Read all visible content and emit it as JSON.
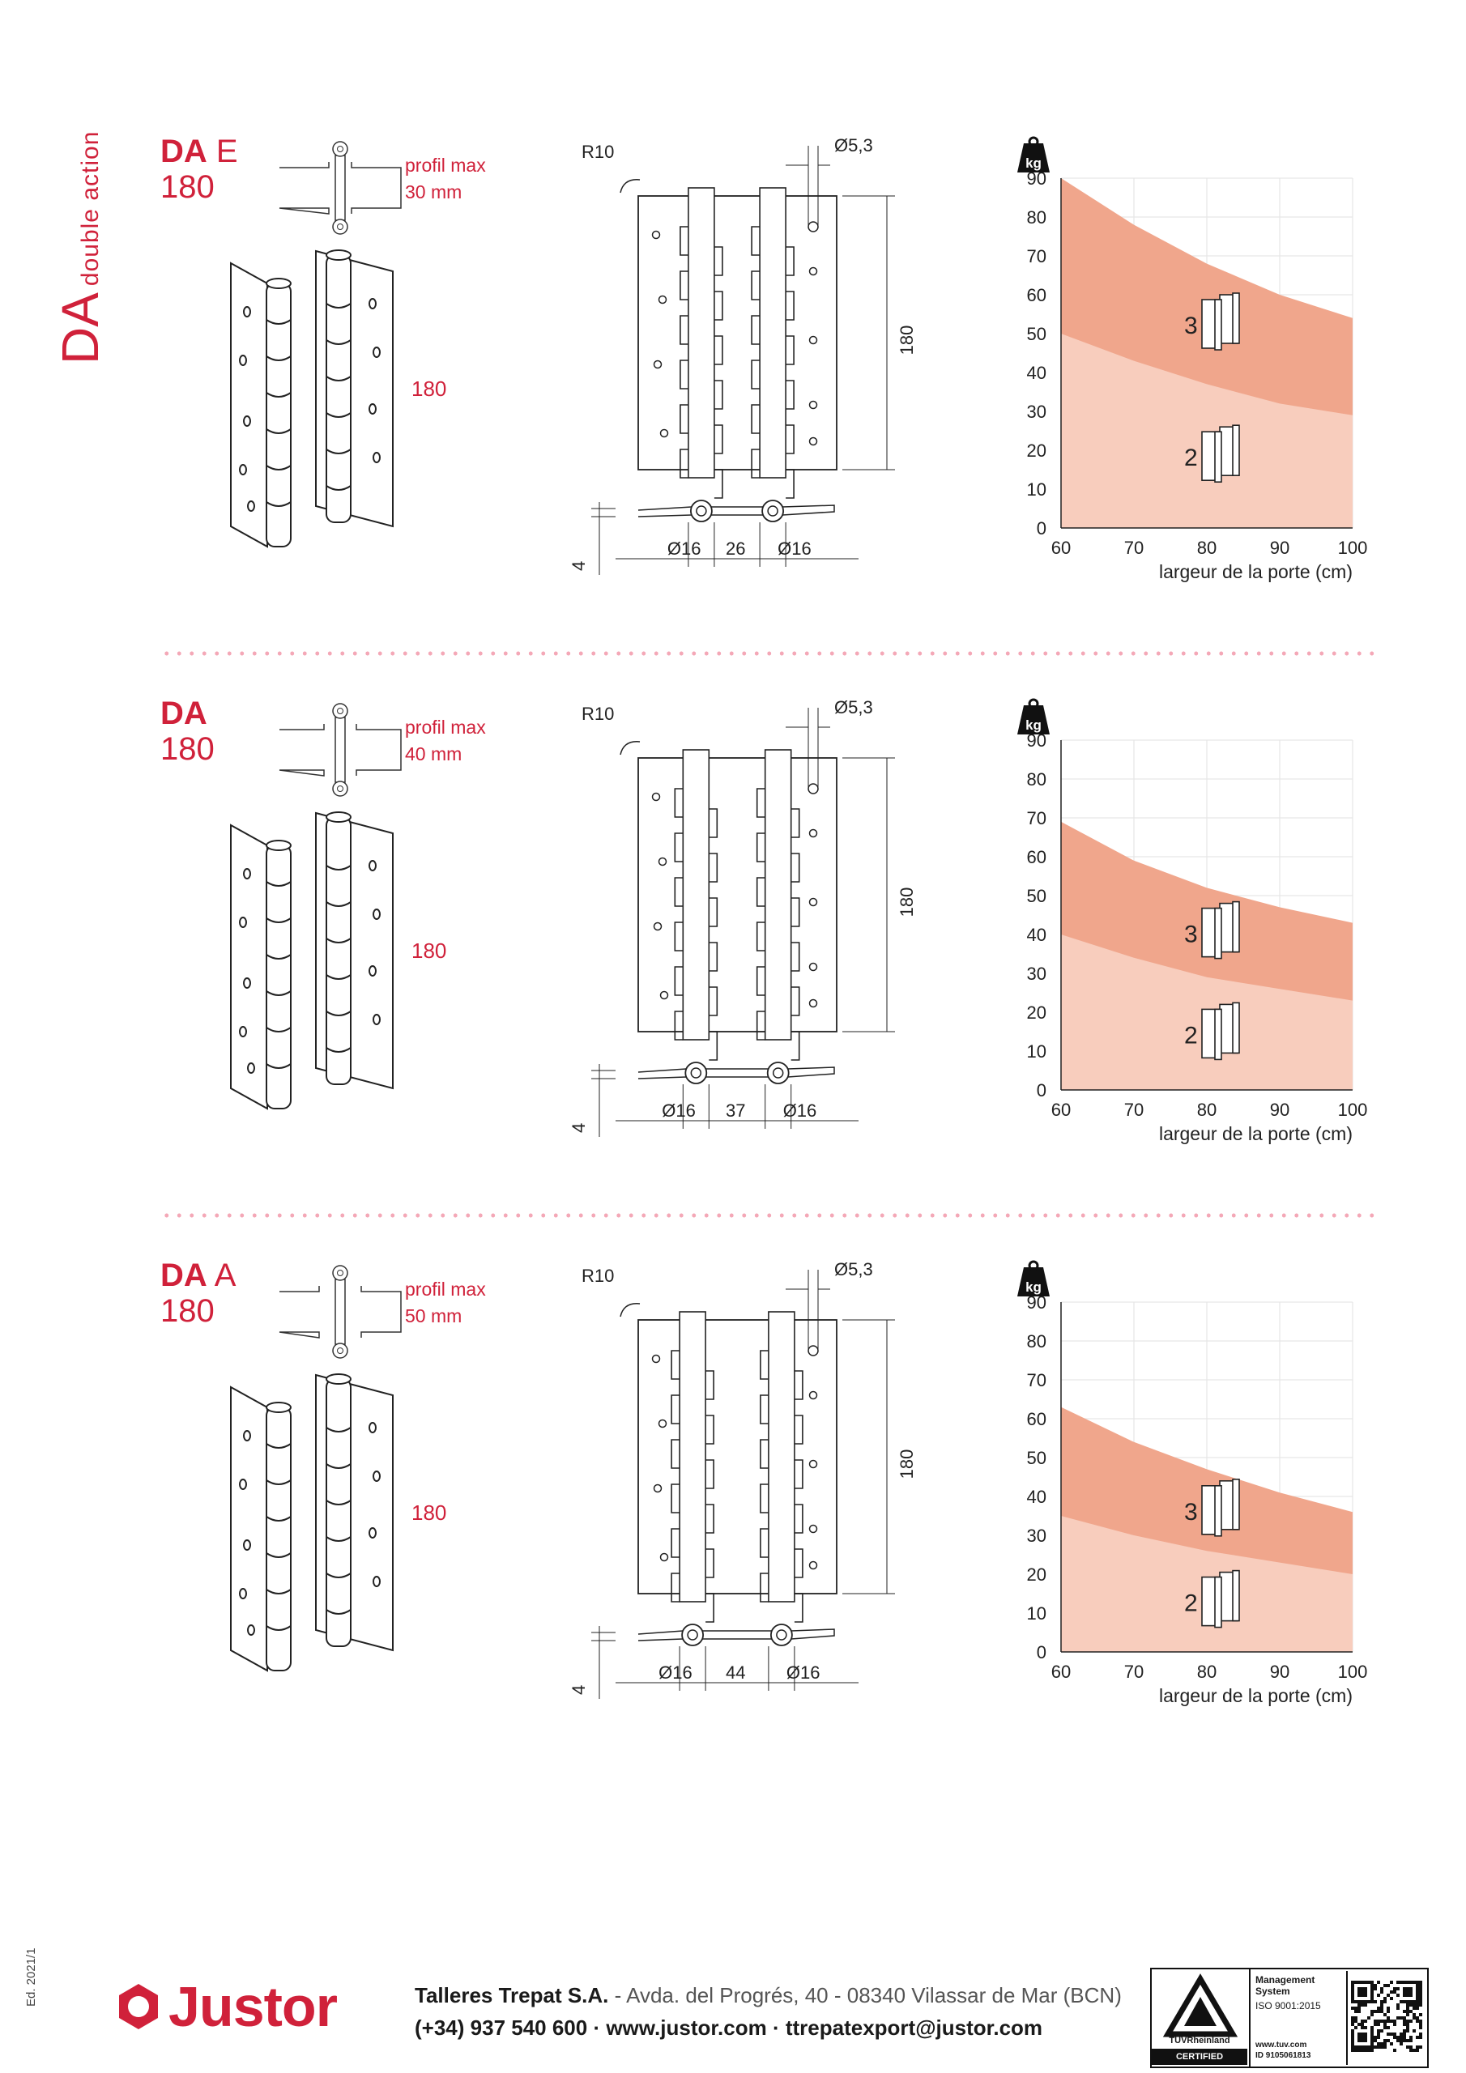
{
  "side_title": {
    "big": "DA",
    "small": "double action"
  },
  "products": [
    {
      "code": "DA",
      "suffix": "E",
      "size": "180",
      "profil": [
        "profil max",
        "30 mm"
      ],
      "length": "180",
      "dims": {
        "r": "R10",
        "hole": "Ø5,3",
        "height": "180",
        "thick": "4",
        "d1": "Ø16",
        "gap": "26",
        "d2": "Ø16"
      },
      "chart_data": {
        "type": "area",
        "xlabel": "largeur de la porte (cm)",
        "ylabel": "kg",
        "x": [
          60,
          70,
          80,
          90,
          100
        ],
        "ylim": [
          0,
          90
        ],
        "yticks": [
          0,
          10,
          20,
          30,
          40,
          50,
          60,
          70,
          80,
          90
        ],
        "series": [
          {
            "name": "3",
            "values": [
              90,
              78,
              68,
              60,
              54
            ]
          },
          {
            "name": "2",
            "values": [
              50,
              43,
              37,
              32,
              29
            ]
          }
        ]
      }
    },
    {
      "code": "DA",
      "suffix": "",
      "size": "180",
      "profil": [
        "profil max",
        "40 mm"
      ],
      "length": "180",
      "dims": {
        "r": "R10",
        "hole": "Ø5,3",
        "height": "180",
        "thick": "4",
        "d1": "Ø16",
        "gap": "37",
        "d2": "Ø16"
      },
      "chart_data": {
        "type": "area",
        "xlabel": "largeur de la porte (cm)",
        "ylabel": "kg",
        "x": [
          60,
          70,
          80,
          90,
          100
        ],
        "ylim": [
          0,
          90
        ],
        "yticks": [
          0,
          10,
          20,
          30,
          40,
          50,
          60,
          70,
          80,
          90
        ],
        "series": [
          {
            "name": "3",
            "values": [
              69,
              59,
              52,
              47,
              43
            ]
          },
          {
            "name": "2",
            "values": [
              40,
              34,
              29,
              26,
              23
            ]
          }
        ]
      }
    },
    {
      "code": "DA",
      "suffix": "A",
      "size": "180",
      "profil": [
        "profil max",
        "50 mm"
      ],
      "length": "180",
      "dims": {
        "r": "R10",
        "hole": "Ø5,3",
        "height": "180",
        "thick": "4",
        "d1": "Ø16",
        "gap": "44",
        "d2": "Ø16"
      },
      "chart_data": {
        "type": "area",
        "xlabel": "largeur de la porte (cm)",
        "ylabel": "kg",
        "x": [
          60,
          70,
          80,
          90,
          100
        ],
        "ylim": [
          0,
          90
        ],
        "yticks": [
          0,
          10,
          20,
          30,
          40,
          50,
          60,
          70,
          80,
          90
        ],
        "series": [
          {
            "name": "3",
            "values": [
              63,
              54,
              47,
              41,
              36
            ]
          },
          {
            "name": "2",
            "values": [
              35,
              30,
              26,
              23,
              20
            ]
          }
        ]
      }
    }
  ],
  "colors": {
    "accent": "#d0213a",
    "area_upper": "#f0a68c",
    "area_lower": "#f8cdbd",
    "grid": "#e6e6e6",
    "dots": "#f4a8b7"
  },
  "footer": {
    "edition": "Ed. 2021/1",
    "brand": "Justor",
    "company": "Talleres Trepat S.A.",
    "address": " - Avda. del Progrés, 40 - 08340 Vilassar de Mar (BCN)",
    "contact": "(+34) 937 540 600 · www.justor.com · ttrepatexport@justor.com",
    "cert": {
      "mgmt": "Management System",
      "iso": "ISO 9001:2015",
      "tuv": "TÜVRheinland",
      "certified": "CERTIFIED",
      "url": "www.tuv.com",
      "id": "ID 9105061813"
    }
  }
}
